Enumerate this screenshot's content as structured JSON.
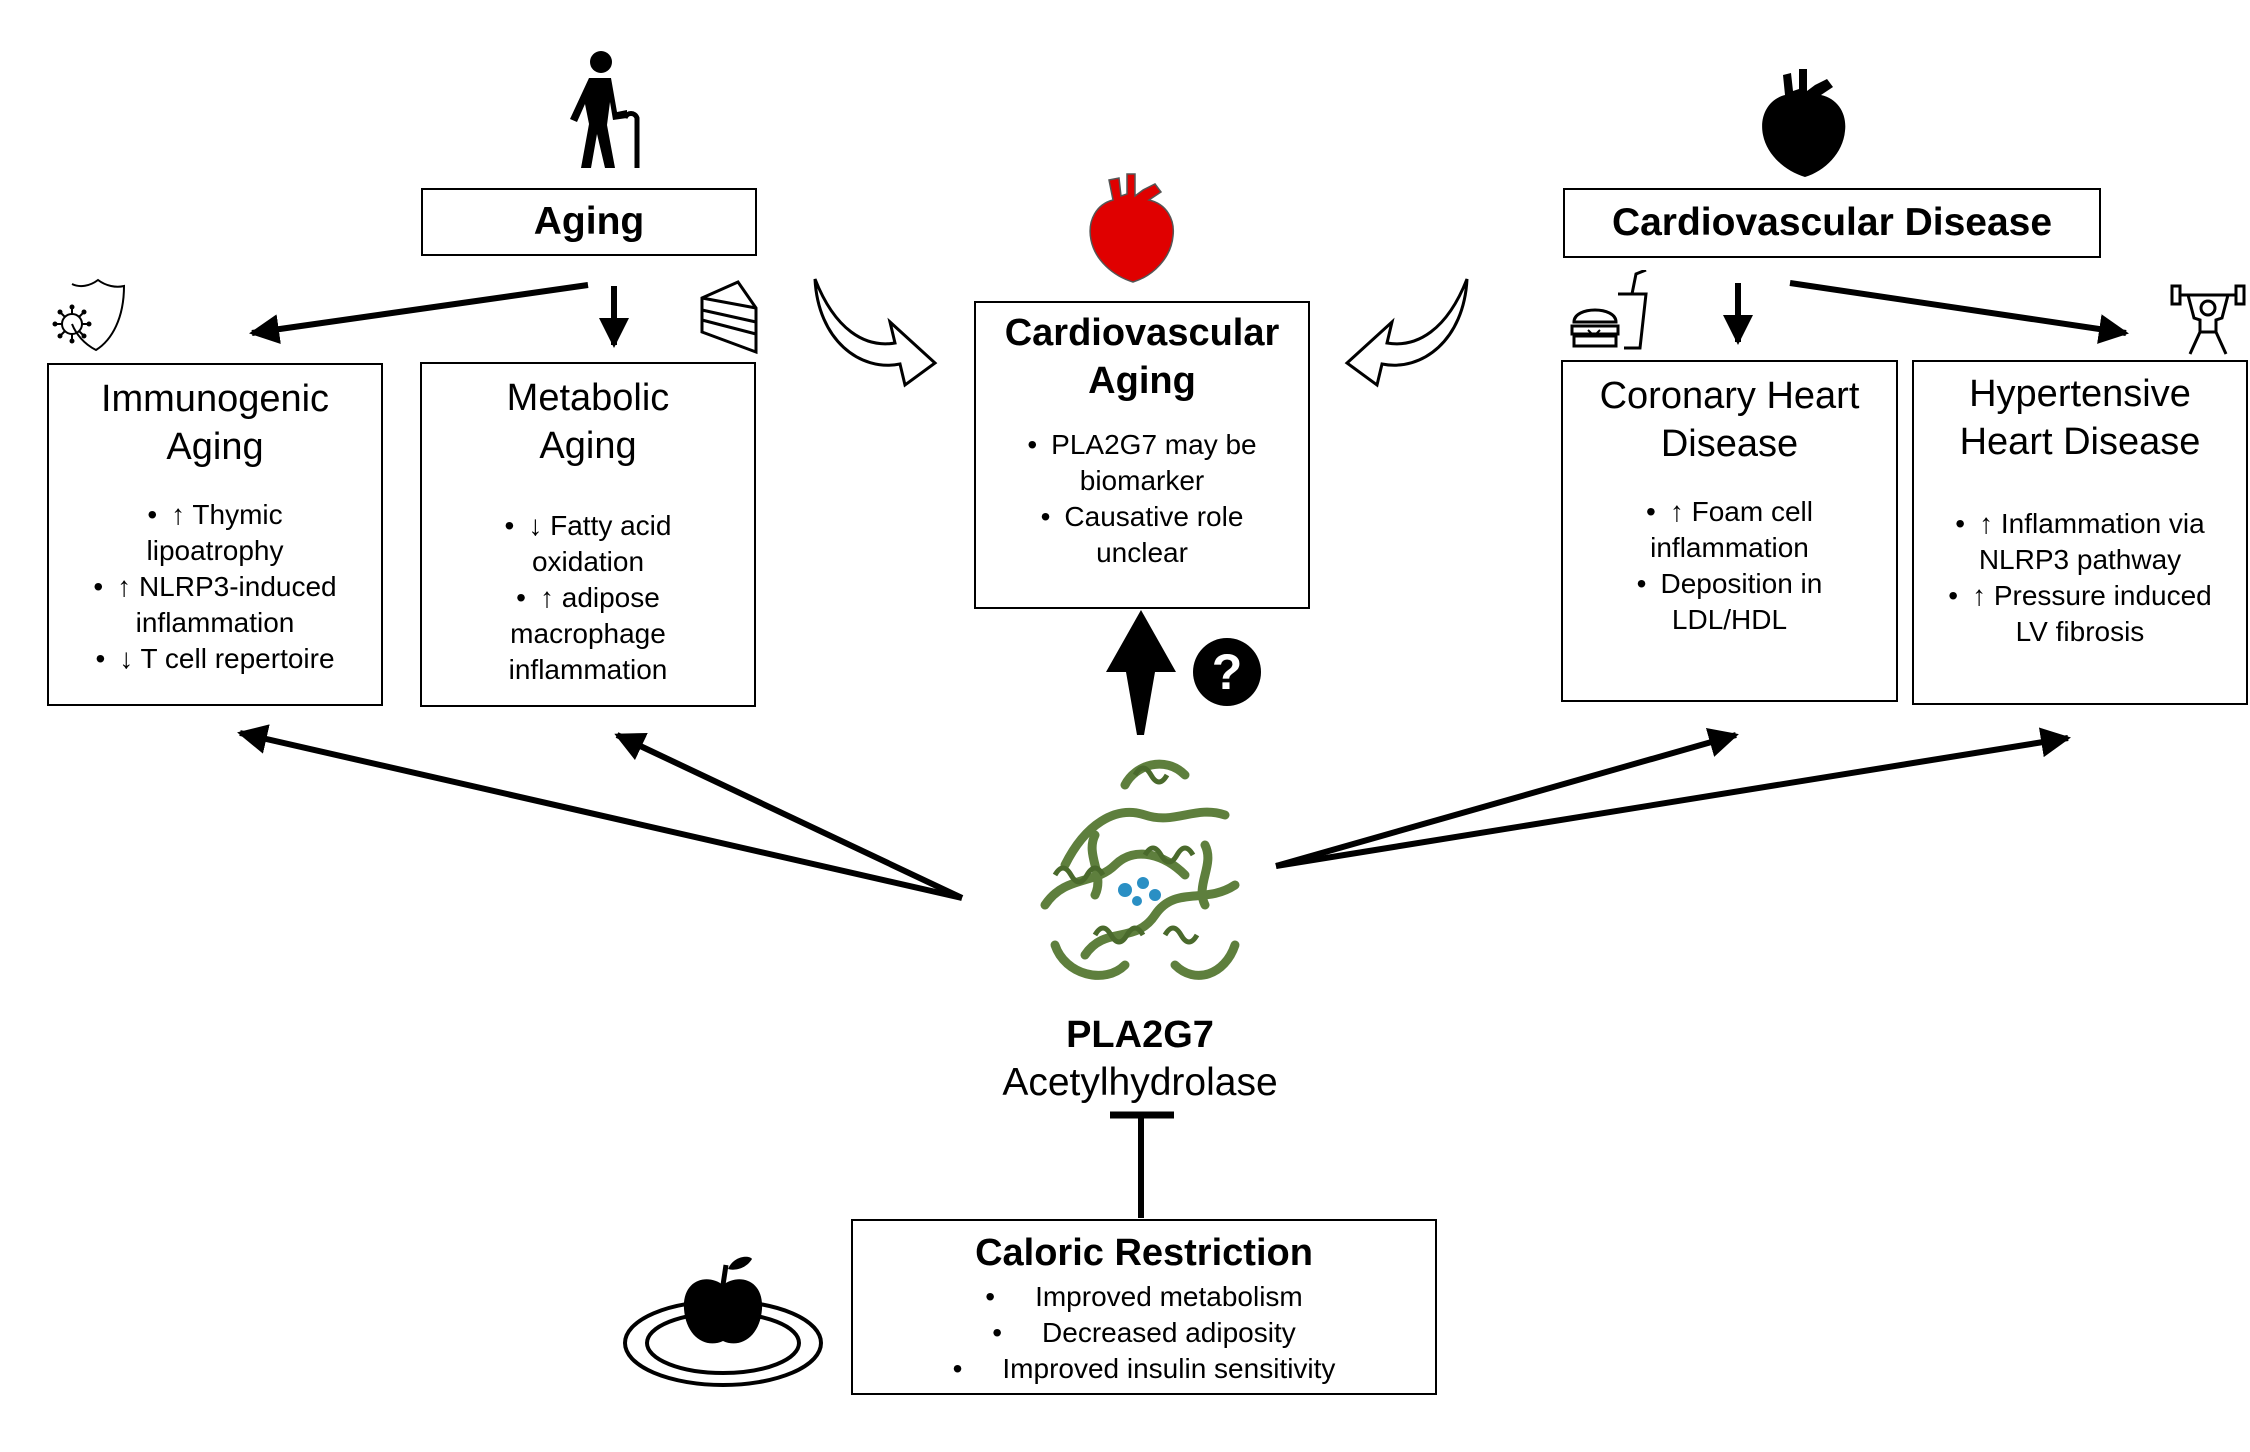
{
  "top": {
    "aging_title": "Aging",
    "cvd_title": "Cardiovascular Disease"
  },
  "center": {
    "title_line1": "Cardiovascular",
    "title_line2": "Aging",
    "bullets": [
      [
        "PLA2G7 may be",
        "biomarker"
      ],
      [
        "Causative role",
        "unclear"
      ]
    ]
  },
  "immunogenic": {
    "title_line1": "Immunogenic",
    "title_line2": "Aging",
    "bullets": [
      [
        "↑ Thymic",
        "lipoatrophy"
      ],
      [
        "↑ NLRP3-induced",
        "inflammation"
      ],
      [
        "↓ T cell repertoire"
      ]
    ]
  },
  "metabolic": {
    "title_line1": "Metabolic",
    "title_line2": "Aging",
    "bullets": [
      [
        "↓ Fatty acid",
        "oxidation"
      ],
      [
        "↑ adipose",
        "macrophage",
        "inflammation"
      ]
    ]
  },
  "coronary": {
    "title_line1": "Coronary Heart",
    "title_line2": "Disease",
    "bullets": [
      [
        "↑ Foam cell",
        "inflammation"
      ],
      [
        "Deposition in",
        "LDL/HDL"
      ]
    ]
  },
  "hypertensive": {
    "title_line1": "Hypertensive",
    "title_line2": "Heart Disease",
    "bullets": [
      [
        "↑ Inflammation via",
        "NLRP3 pathway"
      ],
      [
        "↑ Pressure induced",
        "LV fibrosis"
      ]
    ]
  },
  "enzyme": {
    "name": "PLA2G7",
    "subtitle": "Acetylhydrolase",
    "question_mark": "?"
  },
  "caloric": {
    "title": "Caloric Restriction",
    "bullets": [
      "Improved metabolism",
      "Decreased adiposity",
      "Improved insulin sensitivity"
    ]
  },
  "bullet_char": "•",
  "colors": {
    "red_heart": "#e00000",
    "protein_green": "#5e7f3d",
    "protein_blue": "#2a8fc4"
  },
  "icons": [
    "elderly-person-icon",
    "black-heart-icon",
    "red-heart-icon",
    "immune-shield-icon",
    "cake-slice-icon",
    "fast-food-icon",
    "weightlifter-icon",
    "apple-plate-icon",
    "protein-structure-icon"
  ]
}
